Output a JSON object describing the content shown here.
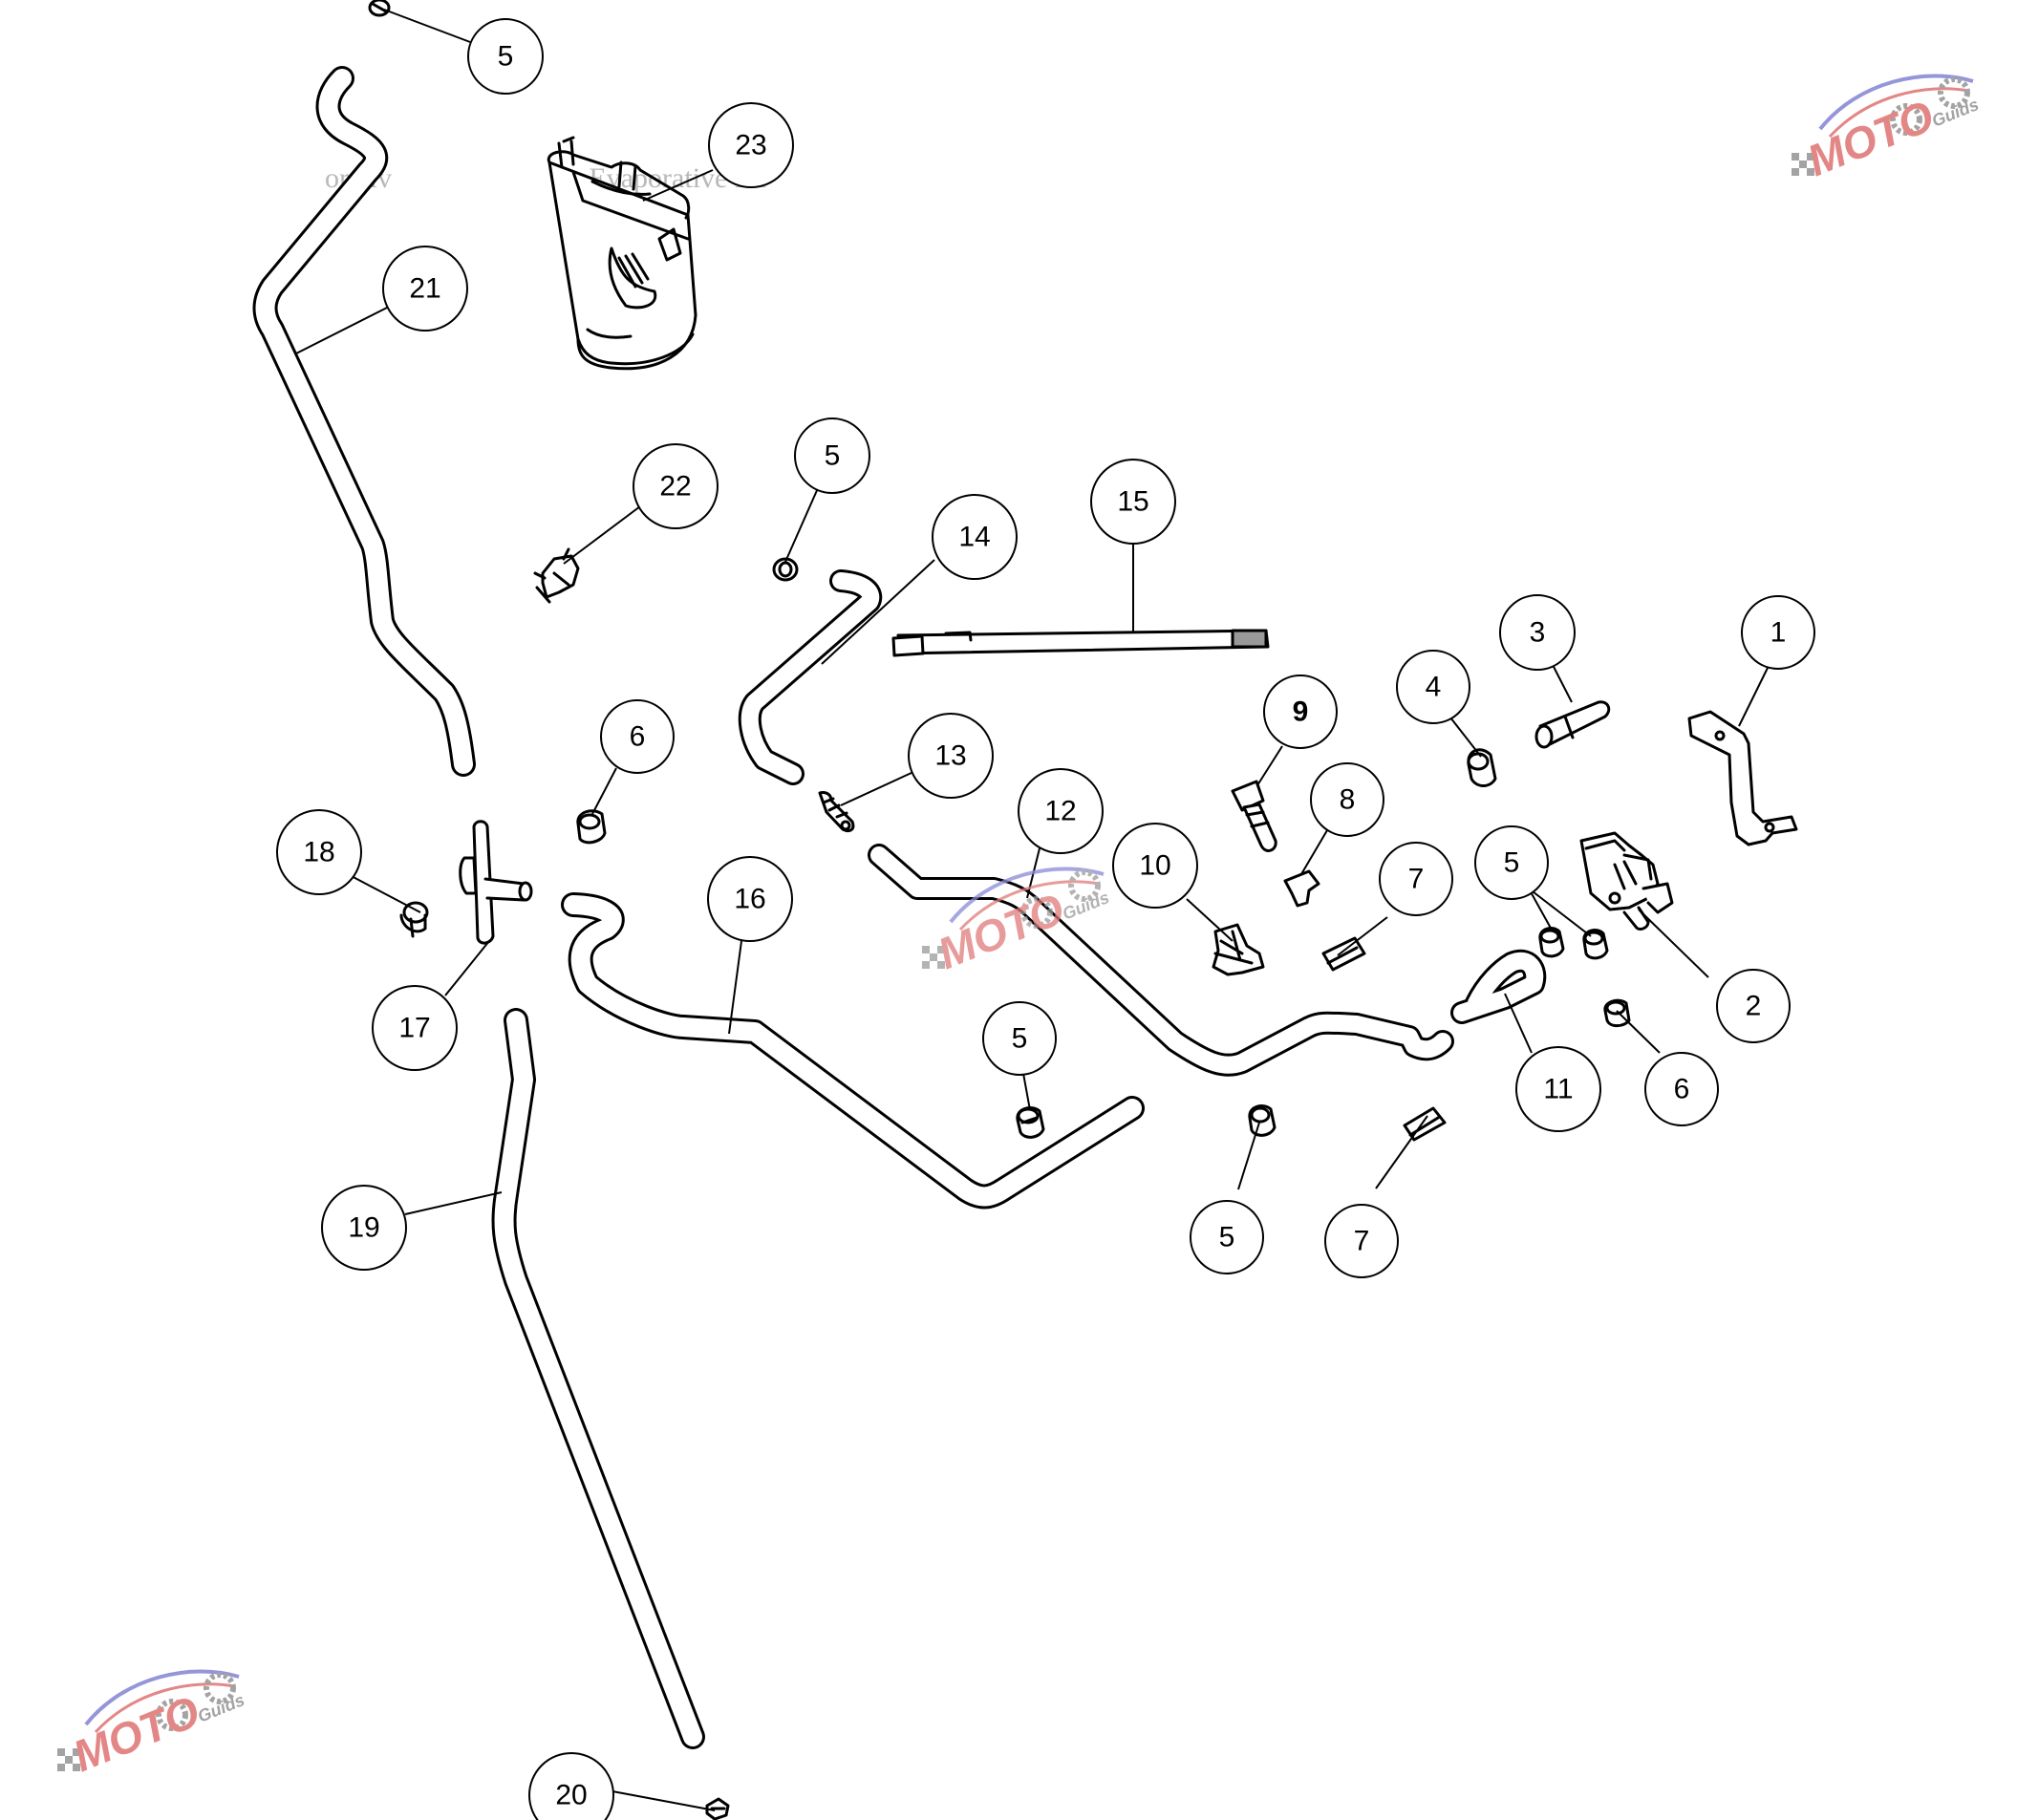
{
  "diagram": {
    "callouts": [
      {
        "label": "5"
      },
      {
        "label": "23"
      },
      {
        "label": "21"
      },
      {
        "label": "22"
      },
      {
        "label": "5"
      },
      {
        "label": "14"
      },
      {
        "label": "15"
      },
      {
        "label": "3"
      },
      {
        "label": "1"
      },
      {
        "label": "4"
      },
      {
        "label": "9"
      },
      {
        "label": "8"
      },
      {
        "label": "6"
      },
      {
        "label": "13"
      },
      {
        "label": "12"
      },
      {
        "label": "18"
      },
      {
        "label": "10"
      },
      {
        "label": "7"
      },
      {
        "label": "5"
      },
      {
        "label": "16"
      },
      {
        "label": "2"
      },
      {
        "label": "17"
      },
      {
        "label": "5"
      },
      {
        "label": "11"
      },
      {
        "label": "6"
      },
      {
        "label": "19"
      },
      {
        "label": "5"
      },
      {
        "label": "7"
      },
      {
        "label": "20"
      }
    ],
    "background_text": {
      "left": "orativ",
      "right": "> Evaporative En"
    },
    "watermark": {
      "logo_text": "MOTO",
      "sub_text": "Guids",
      "colors": {
        "primary": "#e07a7a",
        "secondary": "#8a8ad6",
        "gear": "#9a9a9a"
      }
    }
  }
}
